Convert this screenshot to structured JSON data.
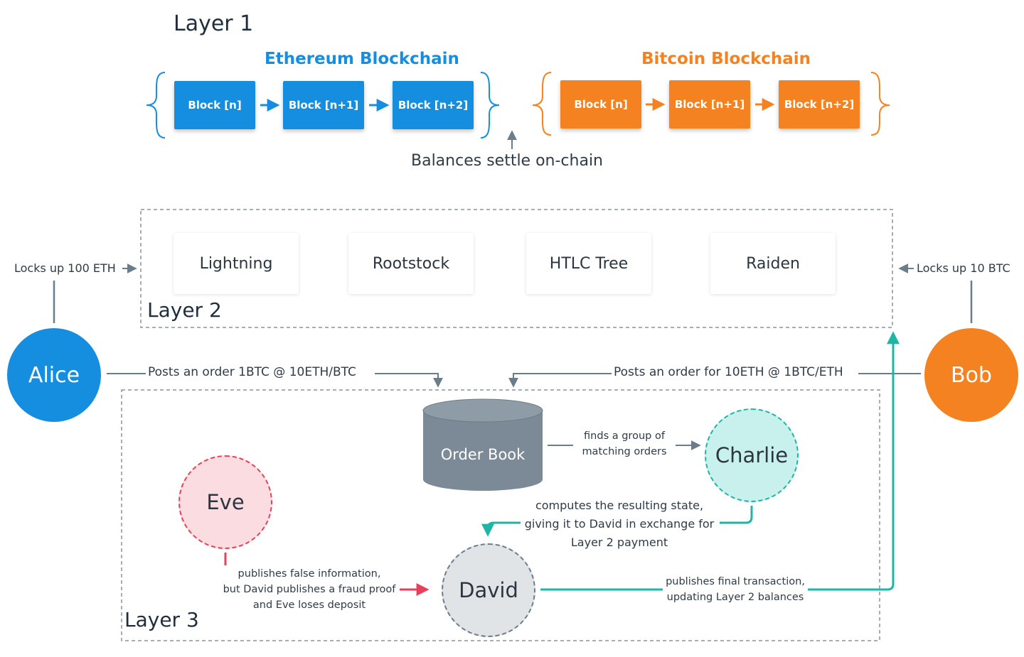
{
  "layer1": {
    "title": "Layer 1"
  },
  "ethereum": {
    "title": "Ethereum Blockchain",
    "color": "#168ee0",
    "blocks": [
      "Block [n]",
      "Block [n+1]",
      "Block [n+2]"
    ]
  },
  "bitcoin": {
    "title": "Bitcoin Blockchain",
    "color": "#f58220",
    "blocks": [
      "Block [n]",
      "Block [n+1]",
      "Block [n+2]"
    ]
  },
  "settle_label": "Balances settle on-chain",
  "layer2": {
    "title": "Layer 2",
    "items": [
      "Lightning",
      "Rootstock",
      "HTLC Tree",
      "Raiden"
    ]
  },
  "layer3": {
    "title": "Layer 3"
  },
  "alice": {
    "name": "Alice",
    "lock_label": "Locks up 100 ETH",
    "order_label": "Posts an order 1BTC @ 10ETH/BTC"
  },
  "bob": {
    "name": "Bob",
    "lock_label": "Locks up 10 BTC",
    "order_label": "Posts an order for 10ETH @ 1BTC/ETH"
  },
  "order_book": {
    "name": "Order Book"
  },
  "charlie": {
    "name": "Charlie"
  },
  "david": {
    "name": "David"
  },
  "eve": {
    "name": "Eve"
  },
  "edges": {
    "orderbook_to_charlie": [
      "finds a group of",
      "matching orders"
    ],
    "charlie_to_david": [
      "computes the resulting state,",
      "giving it to David in exchange for",
      "Layer 2 payment"
    ],
    "eve_to_david": [
      "publishes false information,",
      "but David publishes a fraud proof",
      "and Eve loses deposit"
    ],
    "david_to_layer2": [
      "publishes final transaction,",
      "updating Layer 2 balances"
    ]
  },
  "colors": {
    "teal": "#1fb5a5",
    "red": "#e8405a",
    "gray": "#6b7c8a",
    "orderbook": "#7b8a96"
  }
}
